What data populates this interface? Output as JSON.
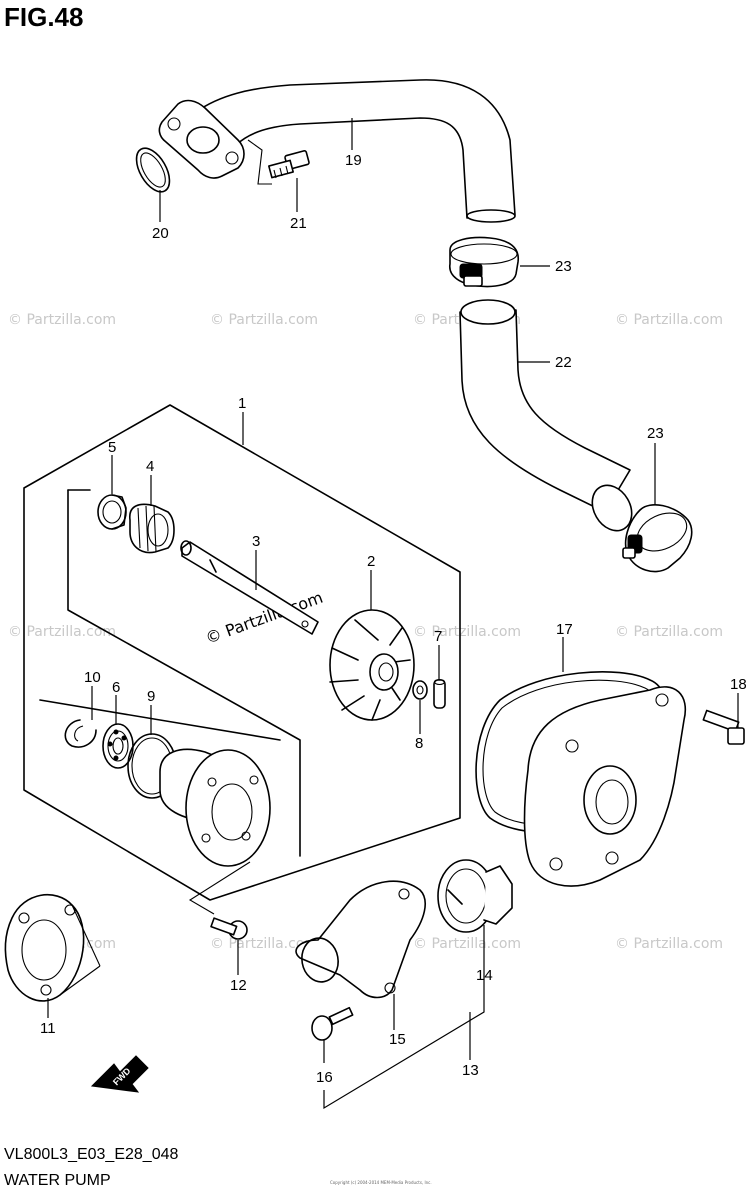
{
  "figure": {
    "title": "FIG.48",
    "diagram_code": "VL800L3_E03_E28_048",
    "name": "WATER PUMP",
    "fine_print": "Copyright (c) 2004-2014 MEM-Media Products, Inc."
  },
  "watermark": {
    "text": "© Partzilla.com",
    "center_text": "© Partzilla.com"
  },
  "direction_arrow": {
    "label": "FWD"
  },
  "callouts": [
    {
      "id": "c1",
      "label": "1"
    },
    {
      "id": "c2",
      "label": "2"
    },
    {
      "id": "c3",
      "label": "3"
    },
    {
      "id": "c4",
      "label": "4"
    },
    {
      "id": "c5",
      "label": "5"
    },
    {
      "id": "c6",
      "label": "6"
    },
    {
      "id": "c7",
      "label": "7"
    },
    {
      "id": "c8",
      "label": "8"
    },
    {
      "id": "c9",
      "label": "9"
    },
    {
      "id": "c10",
      "label": "10"
    },
    {
      "id": "c11",
      "label": "11"
    },
    {
      "id": "c12",
      "label": "12"
    },
    {
      "id": "c13",
      "label": "13"
    },
    {
      "id": "c14",
      "label": "14"
    },
    {
      "id": "c15",
      "label": "15"
    },
    {
      "id": "c16",
      "label": "16"
    },
    {
      "id": "c17",
      "label": "17"
    },
    {
      "id": "c18",
      "label": "18"
    },
    {
      "id": "c19",
      "label": "19"
    },
    {
      "id": "c20",
      "label": "20"
    },
    {
      "id": "c21",
      "label": "21"
    },
    {
      "id": "c22",
      "label": "22"
    },
    {
      "id": "c23a",
      "label": "23"
    },
    {
      "id": "c23b",
      "label": "23"
    }
  ]
}
